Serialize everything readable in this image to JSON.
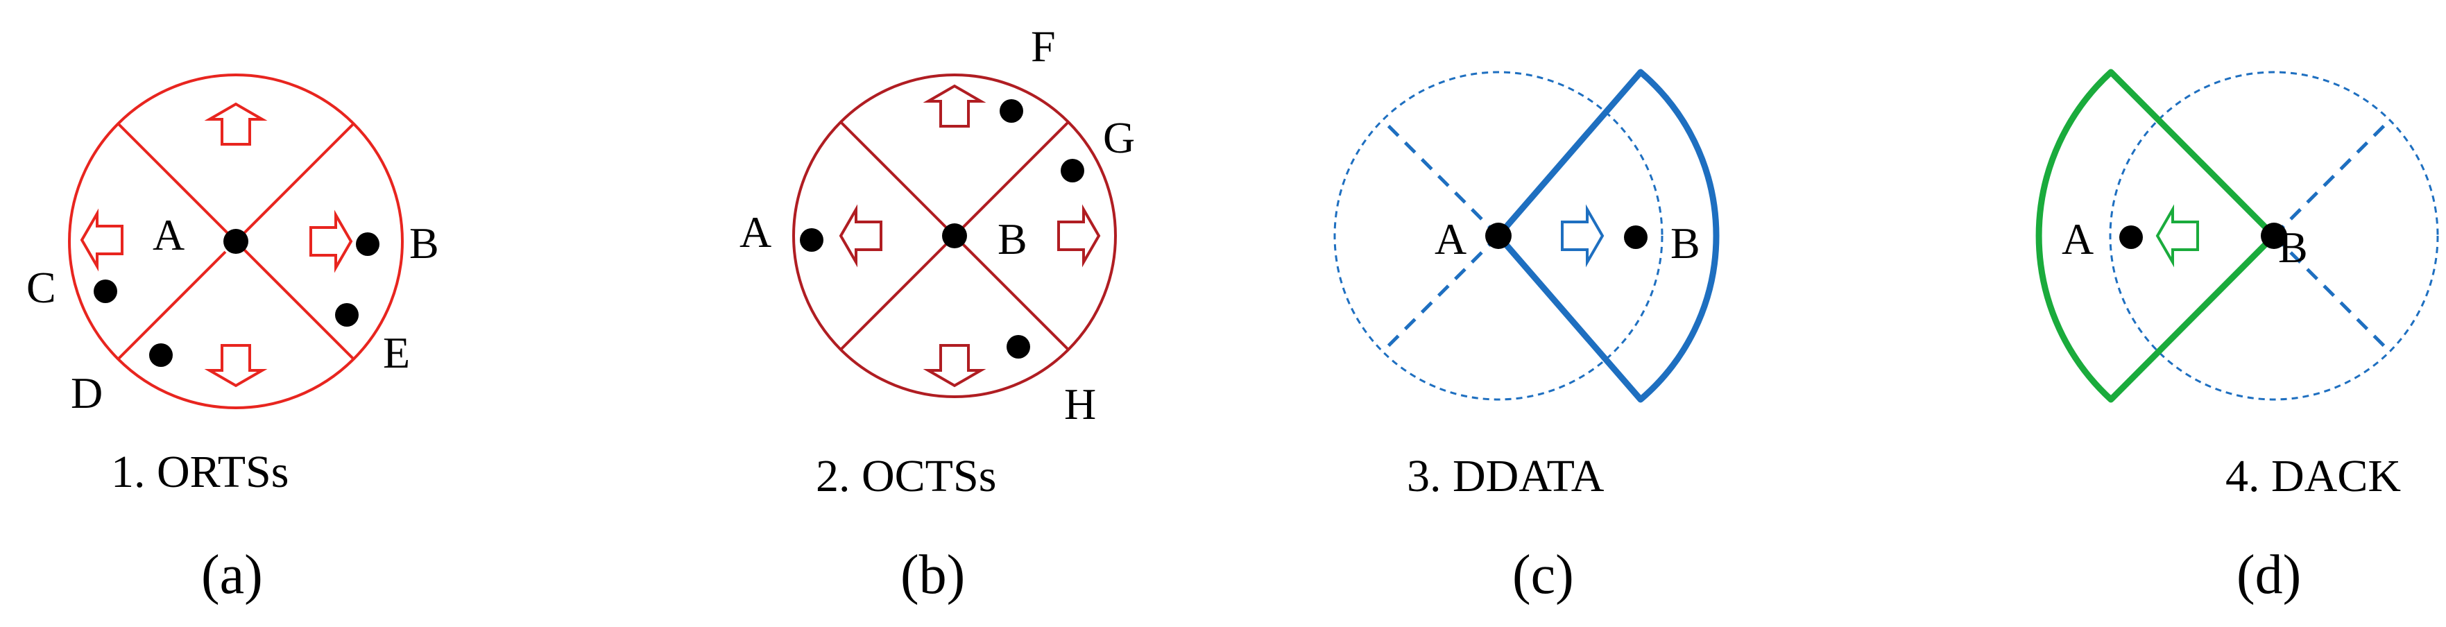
{
  "colors": {
    "red": "#e8251f",
    "darkred": "#b01d22",
    "blue": "#1e6fc0",
    "green": "#1aab3c",
    "black": "#000000"
  },
  "panel_a": {
    "caption": "1. ORTSs",
    "sublabel": "(a)",
    "nodes": {
      "center": "A",
      "b": "B",
      "c": "C",
      "d": "D",
      "e": "E"
    }
  },
  "panel_b": {
    "caption": "2. OCTSs",
    "sublabel": "(b)",
    "nodes": {
      "a": "A",
      "center": "B",
      "f": "F",
      "g": "G",
      "h": "H"
    }
  },
  "panel_c": {
    "caption": "3. DDATA",
    "sublabel": "(c)",
    "nodes": {
      "a": "A",
      "b": "B"
    }
  },
  "panel_d": {
    "caption": "4. DACK",
    "sublabel": "(d)",
    "nodes": {
      "a": "A",
      "b": "B"
    }
  },
  "icons": {
    "arrow": "hollow-block-arrow",
    "node": "filled-circle"
  }
}
